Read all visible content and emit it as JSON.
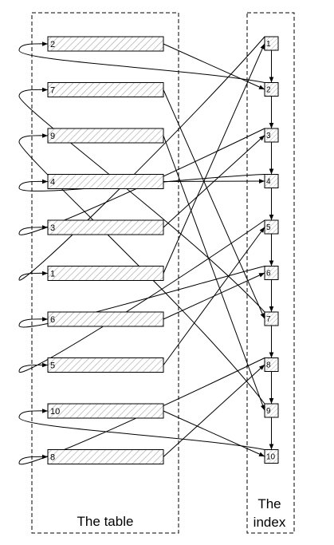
{
  "table": {
    "caption": "The table",
    "rows": [
      "2",
      "7",
      "9",
      "4",
      "3",
      "1",
      "6",
      "5",
      "10",
      "8"
    ]
  },
  "index": {
    "caption_line1": "The",
    "caption_line2": "index",
    "entries": [
      "1",
      "2",
      "3",
      "4",
      "5",
      "6",
      "7",
      "8",
      "9",
      "10"
    ]
  }
}
